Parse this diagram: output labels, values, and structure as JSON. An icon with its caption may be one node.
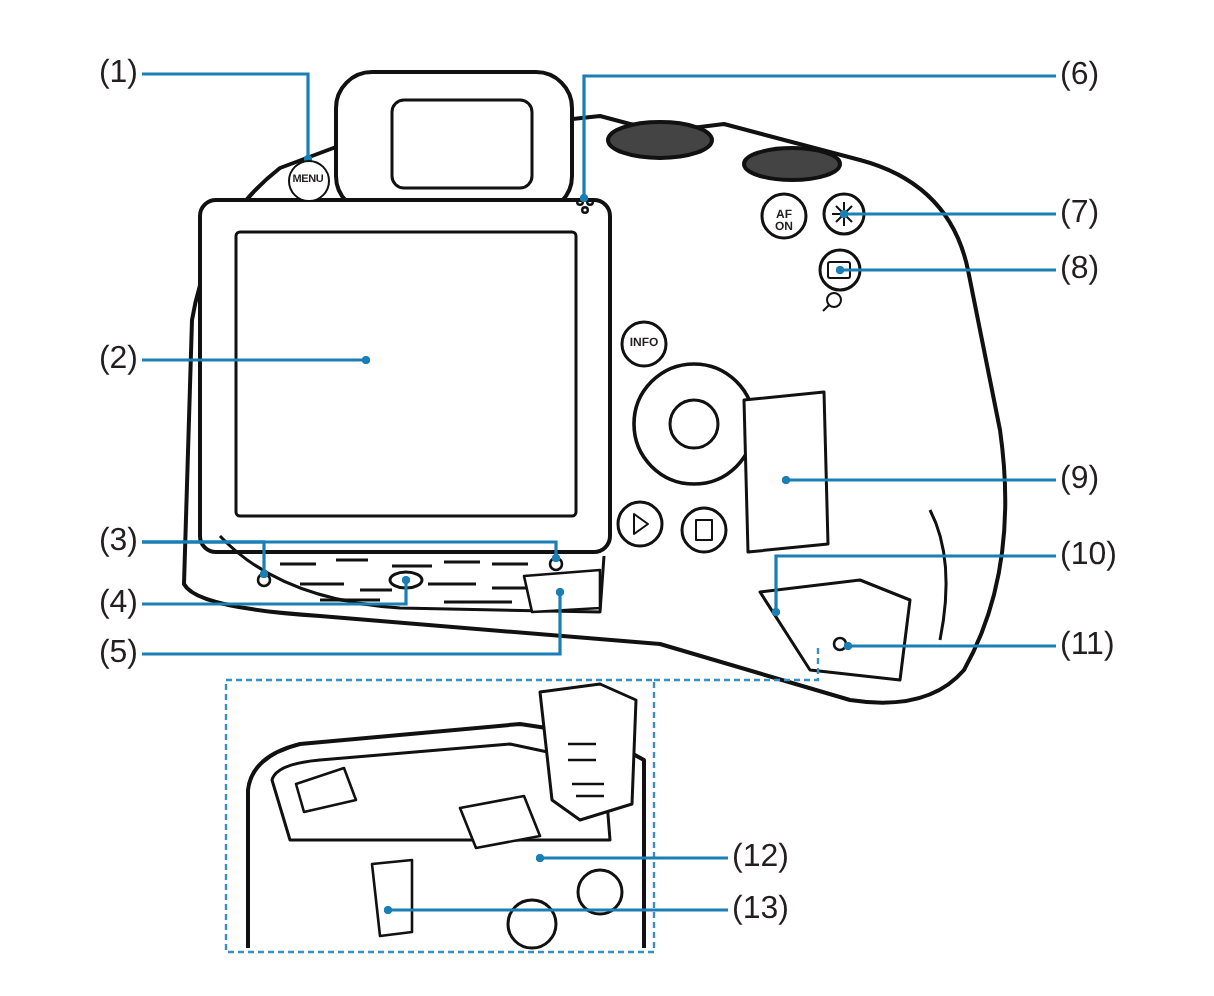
{
  "diagram": {
    "nodes": [
      {
        "text": [
          "(1)"
        ]
      },
      {
        "text": [
          "(2)"
        ]
      },
      {
        "text": [
          "(3)"
        ]
      },
      {
        "text": [
          "(4)"
        ]
      },
      {
        "text": [
          "(5)"
        ]
      },
      {
        "text": [
          "(6)"
        ]
      },
      {
        "text": [
          "(7)"
        ]
      },
      {
        "text": [
          "(8)"
        ]
      },
      {
        "text": [
          "(9)"
        ]
      },
      {
        "text": [
          "(10)"
        ]
      },
      {
        "text": [
          "(11)"
        ]
      },
      {
        "text": [
          "(12)"
        ]
      },
      {
        "text": [
          "(13)"
        ]
      },
      {
        "text": [
          "MENU"
        ]
      }
    ],
    "edges": [
      {
        "from": 0,
        "to": 13,
        "arrow": "other"
      },
      {
        "from": 1,
        "to": null,
        "arrow": "other"
      },
      {
        "from": 2,
        "to": null,
        "arrow": "other"
      },
      {
        "from": 2,
        "to": null,
        "arrow": "other"
      },
      {
        "from": 3,
        "to": null,
        "arrow": "other"
      },
      {
        "from": 4,
        "to": null,
        "arrow": "other"
      },
      {
        "from": 5,
        "to": null,
        "arrow": "other"
      },
      {
        "from": 6,
        "to": null,
        "arrow": "other"
      },
      {
        "from": 7,
        "to": null,
        "arrow": "other"
      },
      {
        "from": 8,
        "to": null,
        "arrow": "other"
      },
      {
        "from": 9,
        "to": null,
        "arrow": "other"
      },
      {
        "from": 10,
        "to": null,
        "arrow": "other"
      },
      {
        "from": 11,
        "to": null,
        "arrow": "other"
      },
      {
        "from": 12,
        "to": null,
        "arrow": "other"
      }
    ],
    "labels": [
      "AF ON",
      "INFO"
    ]
  }
}
